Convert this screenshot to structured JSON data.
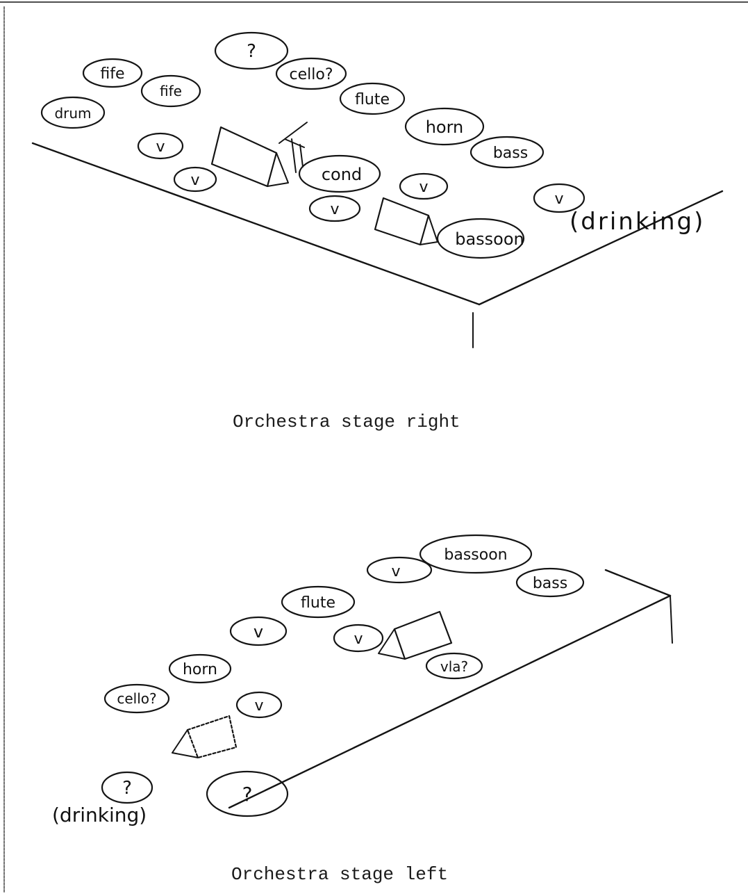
{
  "figures": [
    {
      "caption": "Orchestra stage right",
      "note": "(drinking)",
      "labels": [
        "?",
        "fife",
        "fife",
        "cello?",
        "drum",
        "flute",
        "horn",
        "bass",
        "v",
        "v",
        "cond",
        "v",
        "v",
        "v",
        "bassoon"
      ]
    },
    {
      "caption": "Orchestra stage left",
      "note": "(drinking)",
      "labels": [
        "bassoon",
        "v",
        "bass",
        "flute",
        "v",
        "v",
        "horn",
        "vla?",
        "cello?",
        "v",
        "?",
        "?"
      ]
    }
  ]
}
